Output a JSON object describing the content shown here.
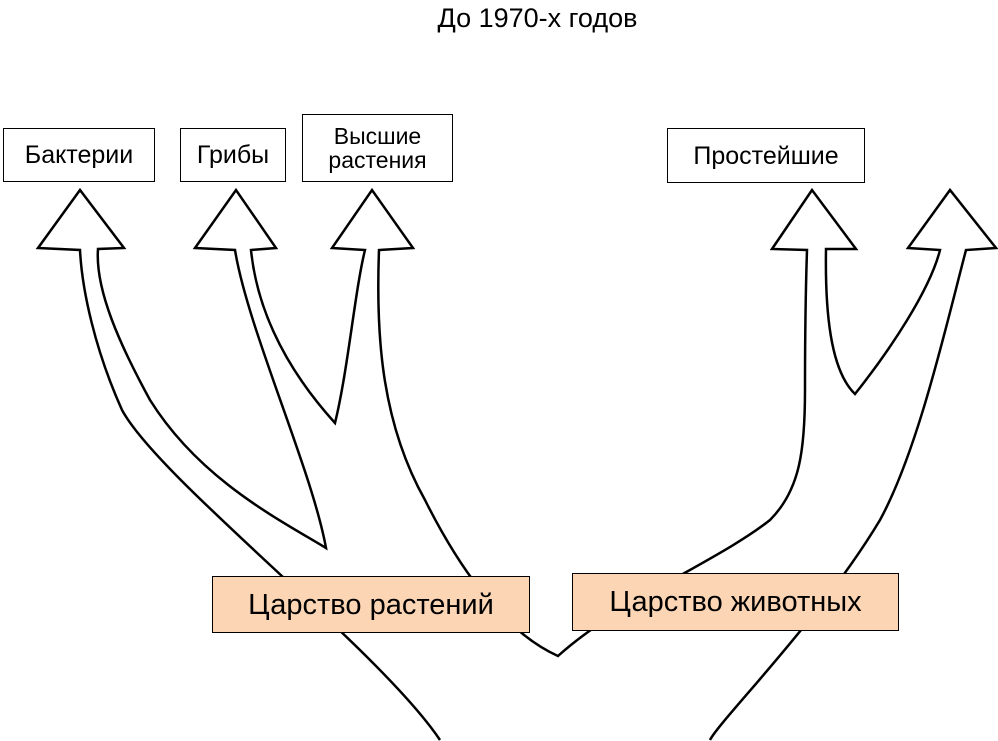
{
  "title": "До 1970-х годов",
  "nodes": {
    "bacteria": "Бактерии",
    "fungi": "Грибы",
    "higher_plants_line1": "Высшие",
    "higher_plants_line2": "растения",
    "protists": "Простейшие",
    "plant_kingdom": "Царство растений",
    "animal_kingdom": "Царство животных"
  },
  "colors": {
    "kingdom_fill": "#fcd5b4",
    "stroke": "#000000",
    "background": "#ffffff"
  }
}
